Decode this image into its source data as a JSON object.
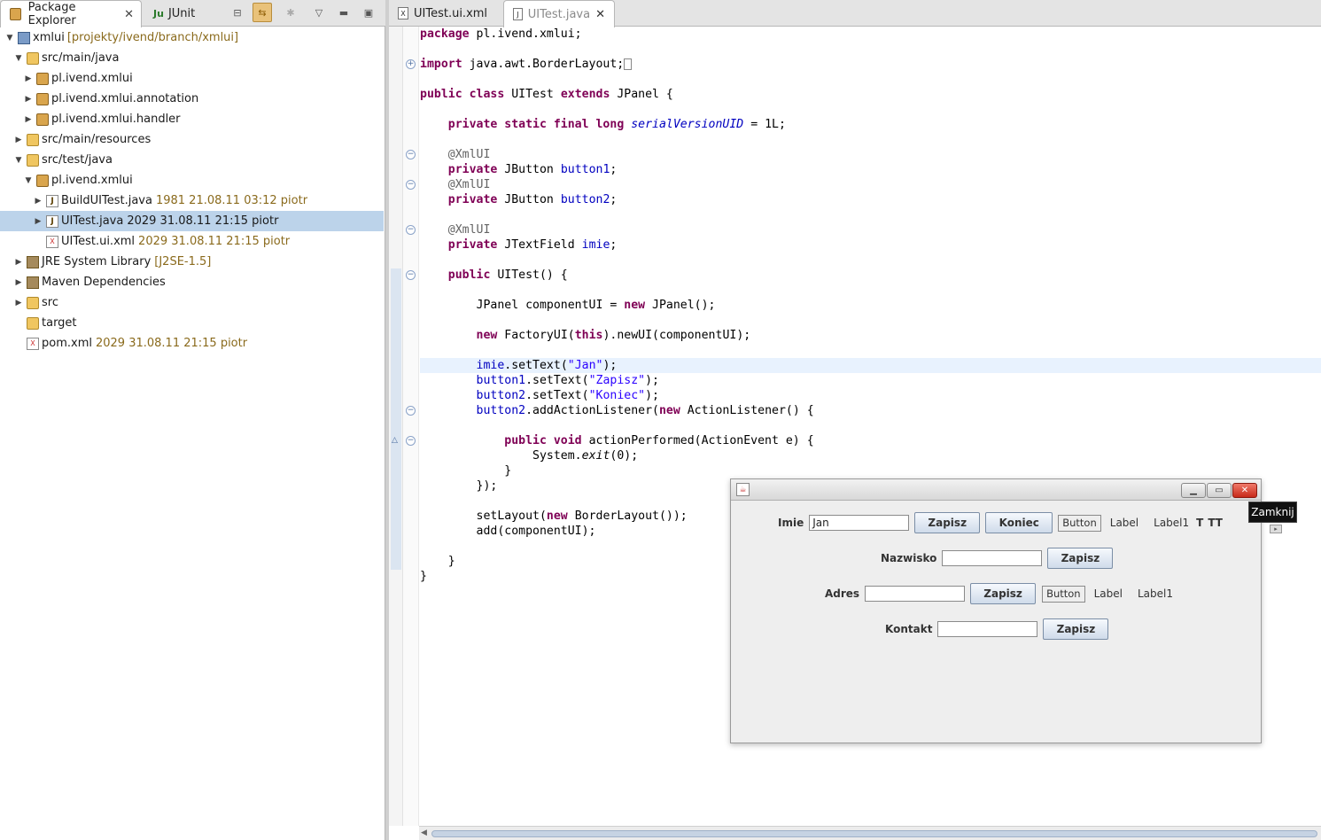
{
  "left_panel": {
    "tabs": [
      {
        "label": "Package Explorer",
        "icon": "package-explorer-icon"
      },
      {
        "label": "JUnit",
        "icon": "junit-icon"
      }
    ],
    "tree": [
      {
        "label": "xmlui",
        "decoration": "[projekty/ivend/branch/xmlui]"
      },
      {
        "label": "src/main/java",
        "decoration": ""
      },
      {
        "label": "pl.ivend.xmlui",
        "decoration": ""
      },
      {
        "label": "pl.ivend.xmlui.annotation",
        "decoration": ""
      },
      {
        "label": "pl.ivend.xmlui.handler",
        "decoration": ""
      },
      {
        "label": "src/main/resources",
        "decoration": ""
      },
      {
        "label": "src/test/java",
        "decoration": ""
      },
      {
        "label": "pl.ivend.xmlui",
        "decoration": ""
      },
      {
        "label": "BuildUITest.java",
        "decoration": "1981  21.08.11 03:12  piotr"
      },
      {
        "label": "UITest.java",
        "decoration": "2029  31.08.11 21:15  piotr"
      },
      {
        "label": "UITest.ui.xml",
        "decoration": "2029  31.08.11 21:15  piotr"
      },
      {
        "label": "JRE System Library",
        "decoration": "[J2SE-1.5]"
      },
      {
        "label": "Maven Dependencies",
        "decoration": ""
      },
      {
        "label": "src",
        "decoration": ""
      },
      {
        "label": "target",
        "decoration": ""
      },
      {
        "label": "pom.xml",
        "decoration": "2029  31.08.11 21:15  piotr"
      }
    ]
  },
  "editor": {
    "tabs": [
      {
        "label": "UITest.ui.xml",
        "icon": "xml-file-icon"
      },
      {
        "label": "UITest.java",
        "icon": "java-file-icon"
      }
    ]
  },
  "swing_window": {
    "tooltip": "Zamknij",
    "rows": [
      {
        "label": "Imie",
        "input": "Jan",
        "buttons": [
          "Zapisz",
          "Koniec"
        ],
        "small_button": "Button",
        "texts": [
          "Label",
          "Label1",
          "T",
          "TT"
        ]
      },
      {
        "label": "Nazwisko",
        "input": "",
        "buttons": [
          "Zapisz"
        ]
      },
      {
        "label": "Adres",
        "input": "",
        "buttons": [
          "Zapisz"
        ],
        "small_button": "Button",
        "texts": [
          "Label",
          "Label1"
        ]
      },
      {
        "label": "Kontakt",
        "input": "",
        "buttons": [
          "Zapisz"
        ]
      }
    ]
  },
  "colors": {
    "keyword": "#7f0055",
    "field": "#0000c0",
    "string": "#2a00ff",
    "annotation": "#646464",
    "selection": "#bcd3ea",
    "current_line": "#e8f2fe"
  }
}
